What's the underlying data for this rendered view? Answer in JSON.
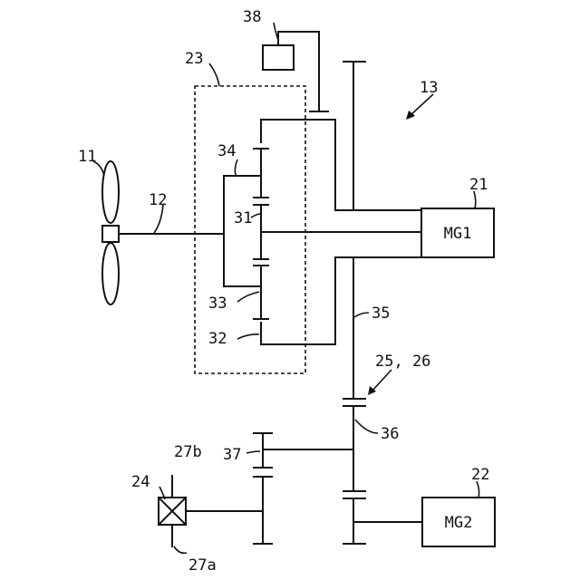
{
  "labels": {
    "fan": "11",
    "shaft": "12",
    "system": "13",
    "mg1_ref": "21",
    "mg2_ref": "22",
    "planetary": "23",
    "differential": "24",
    "gear_pair": "25, 26",
    "axle_b": "27b",
    "axle_a": "27a",
    "sun": "31",
    "ring": "32",
    "pinion": "33",
    "carrier": "34",
    "gear_35": "35",
    "gear_36": "36",
    "gear_37": "37",
    "brake": "38"
  },
  "motors": {
    "mg1": "MG1",
    "mg2": "MG2"
  }
}
